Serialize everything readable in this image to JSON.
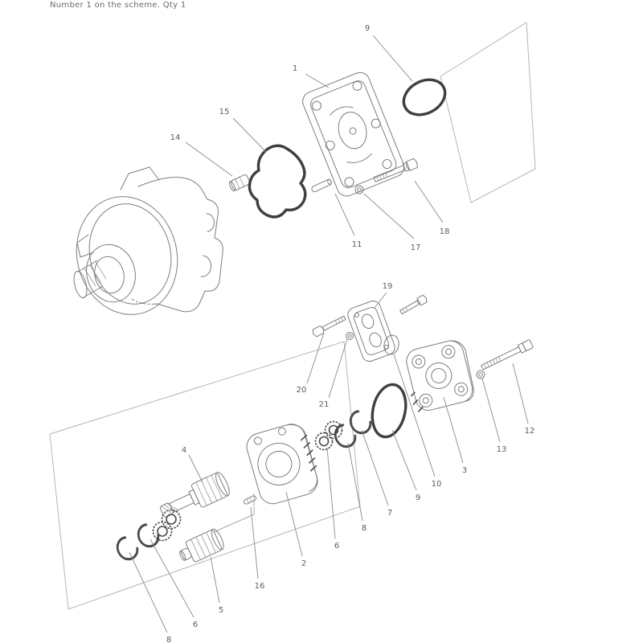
{
  "caption": "Number 1 on the scheme. Qty 1",
  "colors": {
    "background": "#ffffff",
    "line": "#7d7d7d",
    "dark_line": "#3f3f3f",
    "panel_line": "#b5b5b5",
    "label_text": "#5c5c5c",
    "caption_text": "#6a6a6a"
  },
  "callouts": [
    {
      "number": "1"
    },
    {
      "number": "9"
    },
    {
      "number": "15"
    },
    {
      "number": "14"
    },
    {
      "number": "11"
    },
    {
      "number": "17"
    },
    {
      "number": "18"
    },
    {
      "number": "19"
    },
    {
      "number": "20"
    },
    {
      "number": "21"
    },
    {
      "number": "12"
    },
    {
      "number": "13"
    },
    {
      "number": "3"
    },
    {
      "number": "10"
    },
    {
      "number": "9"
    },
    {
      "number": "7"
    },
    {
      "number": "8"
    },
    {
      "number": "6"
    },
    {
      "number": "2"
    },
    {
      "number": "16"
    },
    {
      "number": "5"
    },
    {
      "number": "6"
    },
    {
      "number": "8"
    },
    {
      "number": "4"
    }
  ]
}
